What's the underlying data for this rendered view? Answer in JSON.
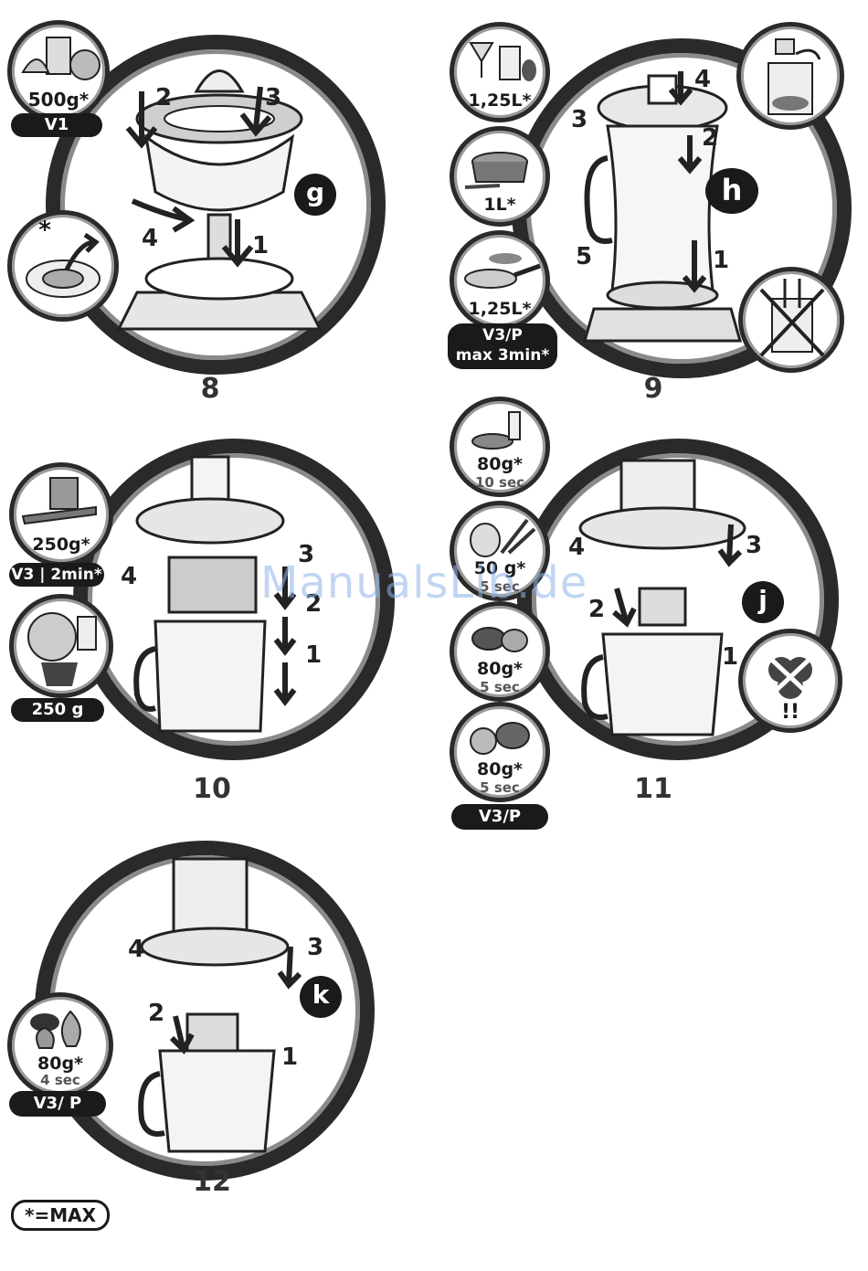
{
  "watermark": "ManualsLib.de",
  "legend": "*=MAX",
  "panels": {
    "p8": {
      "step": "8",
      "letter": "g",
      "arrows": [
        "2",
        "3",
        "4",
        "1"
      ],
      "badges": {
        "quantity": "500g*",
        "speed": "V1",
        "note": "*"
      },
      "icons": [
        "glass-icon",
        "orange-icon",
        "lemon-icon",
        "pulp-basket-icon"
      ]
    },
    "p9": {
      "step": "9",
      "letter": "h",
      "arrows": [
        "4",
        "3",
        "2",
        "5",
        "1"
      ],
      "badges": {
        "q1": "1,25L*",
        "q2": "1L*",
        "q3": "1,25L*",
        "speed": "V3/P",
        "time": "max 3min*"
      },
      "icons": [
        "cocktail-icon",
        "soup-pot-icon",
        "frying-pan-icon",
        "fill-lid-icon",
        "no-hot-liquid-icon"
      ]
    },
    "p10": {
      "step": "10",
      "arrows": [
        "4",
        "3",
        "2",
        "1"
      ],
      "badges": {
        "q1": "250g*",
        "speed": "V3",
        "time": "2min*",
        "q2": "250 g"
      },
      "icons": [
        "vegetables-icon",
        "grater-disc-icon"
      ]
    },
    "p11": {
      "step": "11",
      "letter": "j",
      "arrows": [
        "4",
        "3",
        "2",
        "1"
      ],
      "badges": {
        "q1": "80g*",
        "t1": "10 sec",
        "q2": "50 g*",
        "t2": "5 sec",
        "q3": "80g*",
        "t3": "5 sec",
        "q4": "80g*",
        "t4": "5 sec",
        "speed": "V3/P",
        "warn": "!!"
      },
      "icons": [
        "baby-food-icon",
        "herbs-garlic-icon",
        "nuts-icon",
        "meat-icon",
        "no-hard-items-icon"
      ]
    },
    "p12": {
      "step": "12",
      "letter": "k",
      "arrows": [
        "4",
        "3",
        "2",
        "1"
      ],
      "badges": {
        "q1": "80g*",
        "t1": "4 sec",
        "speed": "V3/ P"
      },
      "icons": [
        "dried-fruit-icon"
      ]
    }
  }
}
